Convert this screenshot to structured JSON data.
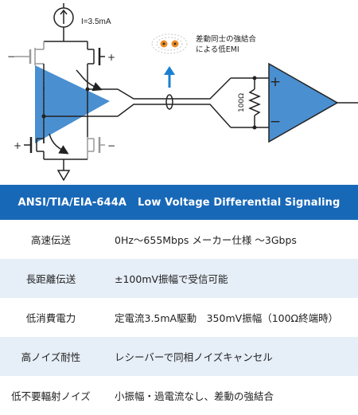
{
  "diagram": {
    "current_source_label": "I=3.5mA",
    "emi_note_line1": "差動同士の強結合",
    "emi_note_line2": "による低EMI",
    "resistor_label": "100Ω",
    "plus_sign": "+",
    "minus_sign": "−",
    "colors": {
      "accent": "#4a8fd0",
      "blue_arrow": "#1a7fd0",
      "wire": "#222222",
      "switch_off": "#999999"
    }
  },
  "table": {
    "title": "ANSI/TIA/EIA-644A",
    "subtitle": "Low Voltage Differential Signaling",
    "header_bg": "#1868b8",
    "alt_row_bg": "#e6eef7",
    "rows": [
      {
        "label": "高速伝送",
        "value": "0Hz～655Mbps メーカー仕様 ～3Gbps"
      },
      {
        "label": "長距離伝送",
        "value": "±100mV振幅で受信可能"
      },
      {
        "label": "低消費電力",
        "value": "定電流3.5mA駆動　350mV振幅（100Ω終端時）"
      },
      {
        "label": "高ノイズ耐性",
        "value": "レシーバーで同相ノイズキャンセル"
      },
      {
        "label": "低不要輻射ノイズ",
        "value": "小振幅・過電流なし、差動の強結合"
      }
    ]
  }
}
